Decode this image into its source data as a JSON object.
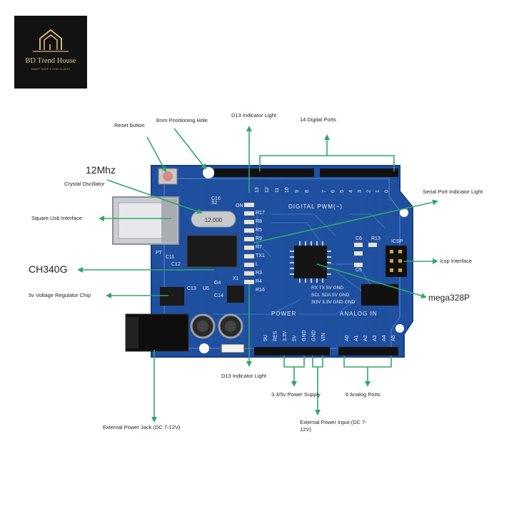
{
  "brand": {
    "name": "BD Trend House",
    "tagline": "SMART SHOP & STAY CLASSY",
    "icon": "house-icon"
  },
  "labels": {
    "reset_button": "Reset button",
    "positioning_hole": "3mm Positioning Hole",
    "d13_light_top": "D13 Indicator Light",
    "digital_ports": "14 Digital Ports",
    "crystal_freq": "12Mhz",
    "crystal_oscillator": "Crystal Oscillator",
    "serial_light": "Serial Port Indicator Light",
    "usb_interface": "Square Usb Interface",
    "ch340g": "CH340G",
    "icsp_interface": "Icsp Interface",
    "regulator": "5v Voltage Regulator Chip",
    "mega": "mega328P",
    "d13_light_bottom": "D13 Indicator Light",
    "power_supply": "3.3/5v Power Supply",
    "analog_ports": "6 Analog Ports",
    "power_jack": "External Power Jack (DC 7-12V)",
    "power_input": "External Power Input (DC 7-12V)"
  },
  "board": {
    "crystal_mark": "12.000",
    "digital_header": "DIGITAL PWM(~)",
    "power_header": "POWER",
    "analog_header": "ANALOG IN",
    "icsp_mark": "ICSP",
    "digital_pins": [
      "13",
      "12",
      "11",
      "10",
      "9",
      "8",
      "7",
      "6",
      "5",
      "4",
      "3",
      "2",
      "1",
      "0"
    ],
    "power_pins": [
      "5U",
      "RES",
      "3.3V",
      "5V",
      "GND",
      "GND",
      "VIN"
    ],
    "analog_pins": [
      "A0",
      "A1",
      "A2",
      "A3",
      "A4",
      "A5"
    ],
    "silk_rows": [
      "RX  TX  5V  GND",
      "SCL SDA 5V  GND",
      "3t3V 3.3V GND GND"
    ],
    "components": [
      "ON",
      "R17",
      "R8",
      "R5",
      "R9",
      "R7",
      "TX1",
      "L",
      "R3",
      "R4",
      "R16",
      "C6",
      "R13",
      "C5",
      "C12",
      "C11",
      "C13",
      "U5",
      "X1",
      "G4",
      "C14",
      "PT",
      "S2",
      "C16"
    ]
  },
  "colors": {
    "board": "#1f4f9e",
    "arrow": "#2fa86a",
    "header": "#111111"
  }
}
